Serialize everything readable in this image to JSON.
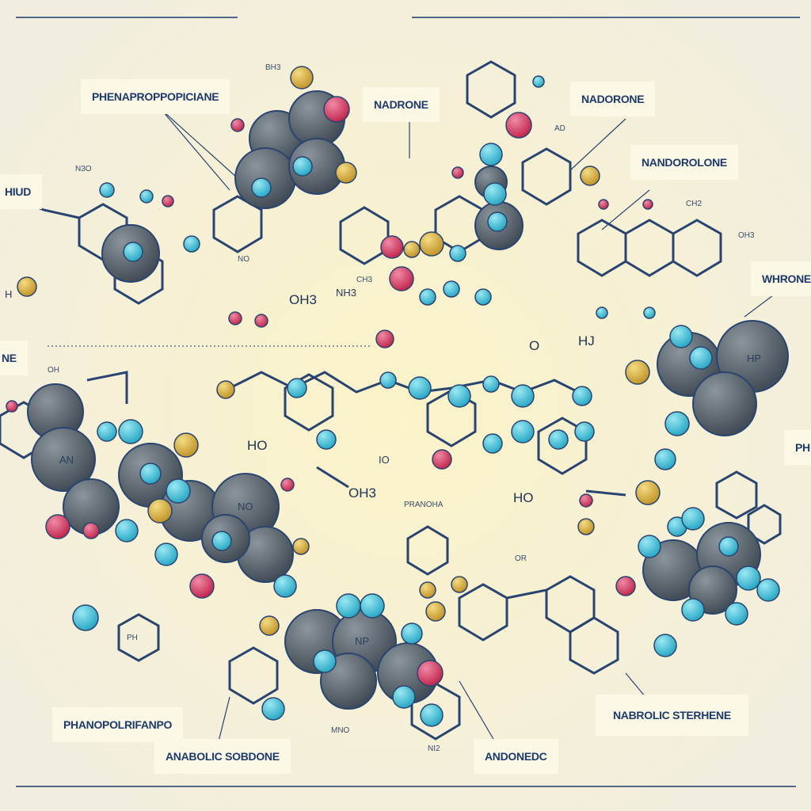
{
  "labels": {
    "phenapropp": "PHENAPROPPOPICIANE",
    "nadrone": "NADRONE",
    "nadorone": "NADORONE",
    "nandorolone": "NANDOROLONE",
    "hiud": "HIUD",
    "whrone": "WHRONE",
    "ne": "NE",
    "ph": "PH",
    "phanopol": "PHANOPOLRIFANPO",
    "anabolic": "ANABOLIC SOBDONE",
    "andonedc": "ANDONEDC",
    "nabrolic": "NABROLIC STERHENE"
  },
  "chem": {
    "oh3_top": "OH3",
    "nh3": "NH3",
    "ho_left": "HO",
    "io": "IO",
    "oh3_bottom": "OH3",
    "pranoha": "PRANOHA",
    "o_right": "O",
    "h_right": "HJ",
    "ho_right": "HO",
    "h_left": "H",
    "bh3": "BH3",
    "n3o": "N3O",
    "no": "NO",
    "oh": "OH",
    "ch3": "CH3",
    "oh3_r": "OH3",
    "ph_small": "PH",
    "ch2": "CH2",
    "or_r": "OR",
    "mno": "MNO",
    "ni2": "NI2",
    "ad": "AD",
    "hp": "HP",
    "np": "NP",
    "no_atom": "NO",
    "an_atom": "AN"
  },
  "colors": {
    "atom_dark": "#5a6670",
    "atom_cyan": "#4fc6dc",
    "atom_pink": "#d9436c",
    "atom_yellow": "#d8b43e",
    "bond": "#2a4470",
    "line": "#1e3a6a"
  }
}
